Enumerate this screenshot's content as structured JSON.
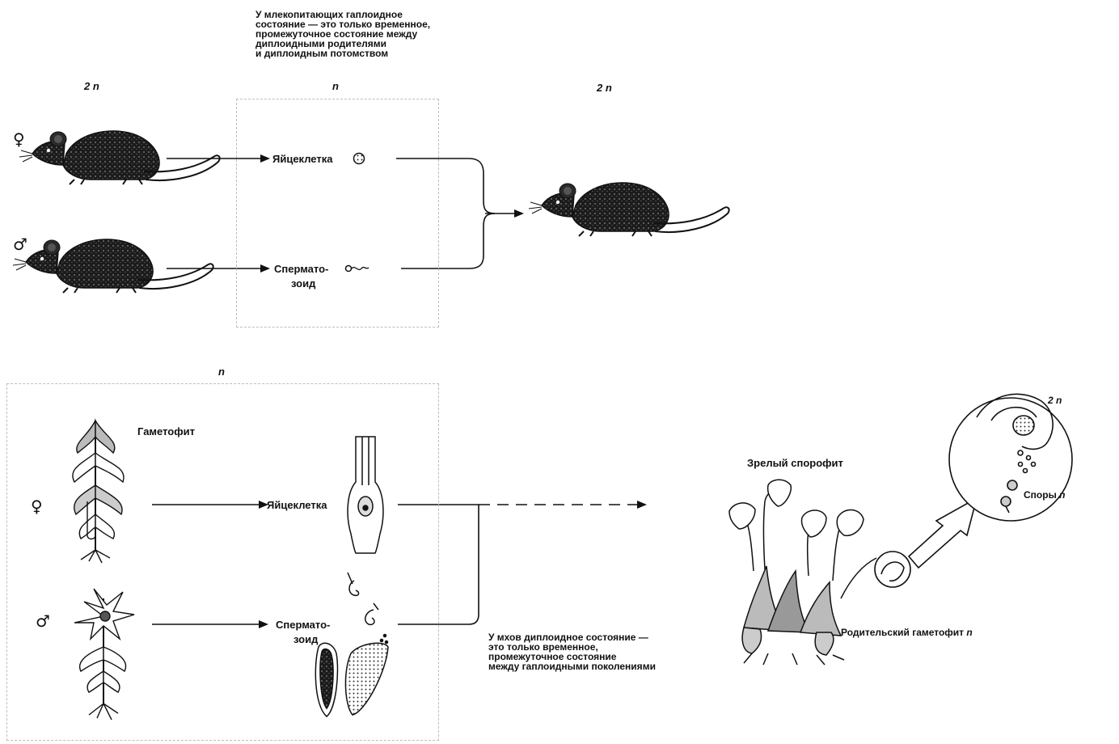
{
  "mammals": {
    "note": "У млекопитающих гаплоидное\nсостояние — это только временное,\nпромежуточное состояние между\nдиплоидными родителями\nи диплоидным потомством",
    "ploidy_parents": "2 n",
    "ploidy_gametes": "n",
    "ploidy_offspring": "2 n",
    "female_symbol": "♀",
    "male_symbol": "♂",
    "egg_label": "Яйцеклетка",
    "sperm_label_line1": "Спермато-",
    "sperm_label_line2": "зоид"
  },
  "mosses": {
    "ploidy_gametophyte": "n",
    "gametophyte_label": "Гаметофит",
    "female_symbol": "♀",
    "male_symbol": "♂",
    "egg_label": "Яйцеклетка",
    "sperm_label_line1": "Спермато-",
    "sperm_label_line2": "зоид",
    "note": "У мхов диплоидное состояние —\nэто только временное,\nпромежуточное состояние\nмежду гаплоидными поколениями",
    "sporophyte_label": "Зрелый спорофит",
    "parent_gametophyte_label": "Родительский гаметофит",
    "parent_gametophyte_ploidy": "n",
    "capsule_ploidy": "2 n",
    "spores_label": "Споры",
    "spores_ploidy": "n"
  },
  "colors": {
    "ink": "#111111",
    "box": "#bdbdbd"
  }
}
